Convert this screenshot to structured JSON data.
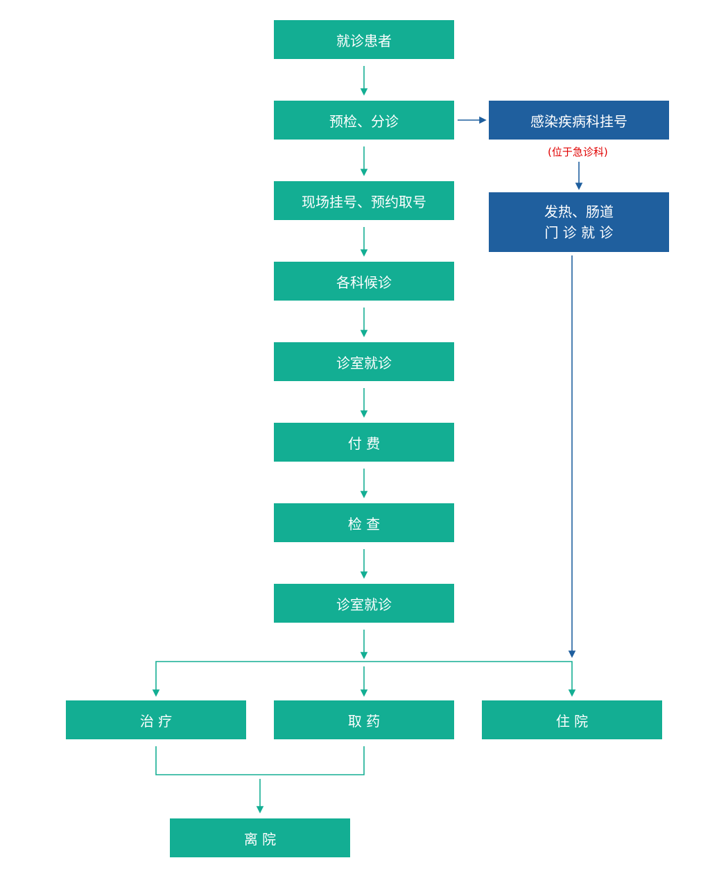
{
  "colors": {
    "green": "#13ae93",
    "blue": "#1f5f9e",
    "note": "#e00000",
    "green_line": "#13ae93",
    "blue_line": "#1f5f9e"
  },
  "steps": {
    "patient": "就诊患者",
    "triage": "预检、分诊",
    "register": "现场挂号、预约取号",
    "wait": "各科候诊",
    "consult1": "诊室就诊",
    "pay": "付 费",
    "exam": "检 查",
    "consult2": "诊室就诊",
    "treat": "治 疗",
    "medicine": "取 药",
    "hospitalize": "住 院",
    "leave": "离 院"
  },
  "infection": {
    "register": "感染疾病科挂号",
    "note": "(位于急诊科)",
    "fever_line1": "发热、肠道",
    "fever_line2": "门 诊 就 诊"
  }
}
